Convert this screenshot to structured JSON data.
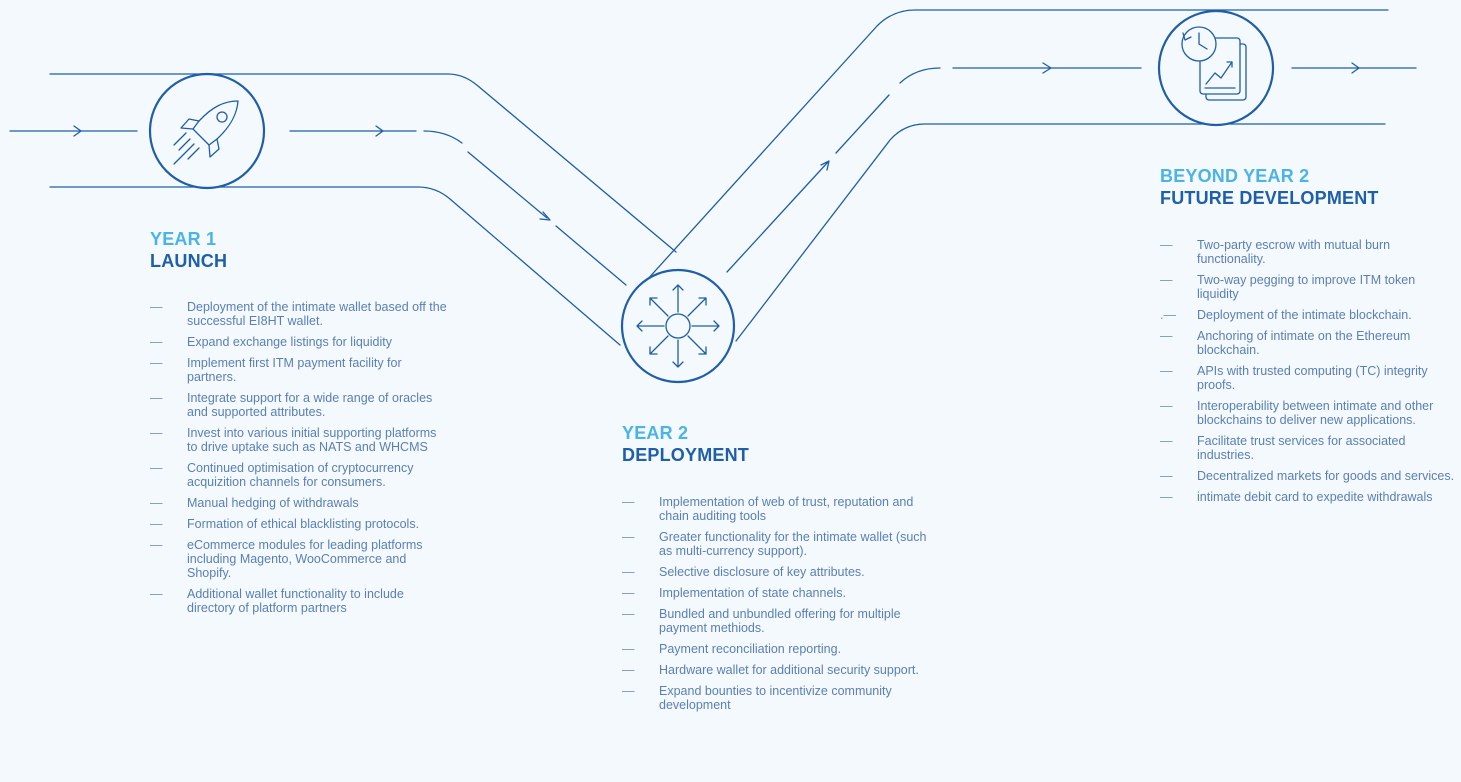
{
  "colors": {
    "background": "#f4f9fd",
    "line": "#1f5ea8",
    "year_label": "#4bb4e6",
    "phase_label": "#1f5ea8",
    "item_text": "#5a7fb5"
  },
  "icons": [
    "rocket-icon",
    "network-hub-icon",
    "clock-chart-documents-icon"
  ],
  "stages": [
    {
      "year": "YEAR 1",
      "phase": "LAUNCH",
      "items": [
        {
          "dash": "—",
          "text": "Deployment of the intimate wallet based off the successful EI8HT wallet."
        },
        {
          "dash": "—",
          "text": "Expand exchange listings for liquidity"
        },
        {
          "dash": "—",
          "text": "Implement first ITM payment facility for partners."
        },
        {
          "dash": "—",
          "text": "Integrate support for a wide range of oracles and supported attributes."
        },
        {
          "dash": "—",
          "text": "Invest into various initial supporting platforms to drive uptake such as NATS and WHCMS"
        },
        {
          "dash": "—",
          "text": "Continued optimisation of cryptocurrency acquizition channels for consumers."
        },
        {
          "dash": "—",
          "text": "Manual hedging of withdrawals"
        },
        {
          "dash": "—",
          "text": "Formation of ethical blacklisting protocols."
        },
        {
          "dash": "—",
          "text": "eCommerce modules for leading platforms including Magento, WooCommerce and Shopify."
        },
        {
          "dash": "—",
          "text": "Additional wallet functionality to include directory of platform partners"
        }
      ]
    },
    {
      "year": "YEAR 2",
      "phase": "DEPLOYMENT",
      "items": [
        {
          "dash": "—",
          "text": "Implementation of web of trust, reputation and chain auditing tools"
        },
        {
          "dash": "—",
          "text": "Greater functionality for the intimate wallet (such as multi-currency support)."
        },
        {
          "dash": "—",
          "text": "Selective disclosure of key attributes."
        },
        {
          "dash": "—",
          "text": "Implementation of state channels."
        },
        {
          "dash": "—",
          "text": "Bundled and unbundled offering for multiple payment methiods."
        },
        {
          "dash": "—",
          "text": "Payment reconciliation reporting."
        },
        {
          "dash": "—",
          "text": "Hardware wallet for additional security support."
        },
        {
          "dash": "—",
          "text": "Expand bounties to incentivize community development"
        }
      ]
    },
    {
      "year": "BEYOND YEAR 2",
      "phase": "FUTURE DEVELOPMENT",
      "items": [
        {
          "dash": "—",
          "text": "Two-party escrow with mutual burn functionality."
        },
        {
          "dash": "—",
          "text": "Two-way pegging to improve ITM token liquidity"
        },
        {
          "dash": ".—",
          "text": "Deployment of the intimate blockchain."
        },
        {
          "dash": "—",
          "text": "Anchoring of intimate on the Ethereum blockchain."
        },
        {
          "dash": "—",
          "text": "APIs with trusted computing (TC) integrity proofs."
        },
        {
          "dash": "—",
          "text": "Interoperability between intimate and other blockchains to deliver new applications."
        },
        {
          "dash": "—",
          "text": "Facilitate trust services for associated industries."
        },
        {
          "dash": "—",
          "text": "Decentralized markets for goods and services."
        },
        {
          "dash": "—",
          "text": "intimate debit card to expedite withdrawals"
        }
      ]
    }
  ]
}
